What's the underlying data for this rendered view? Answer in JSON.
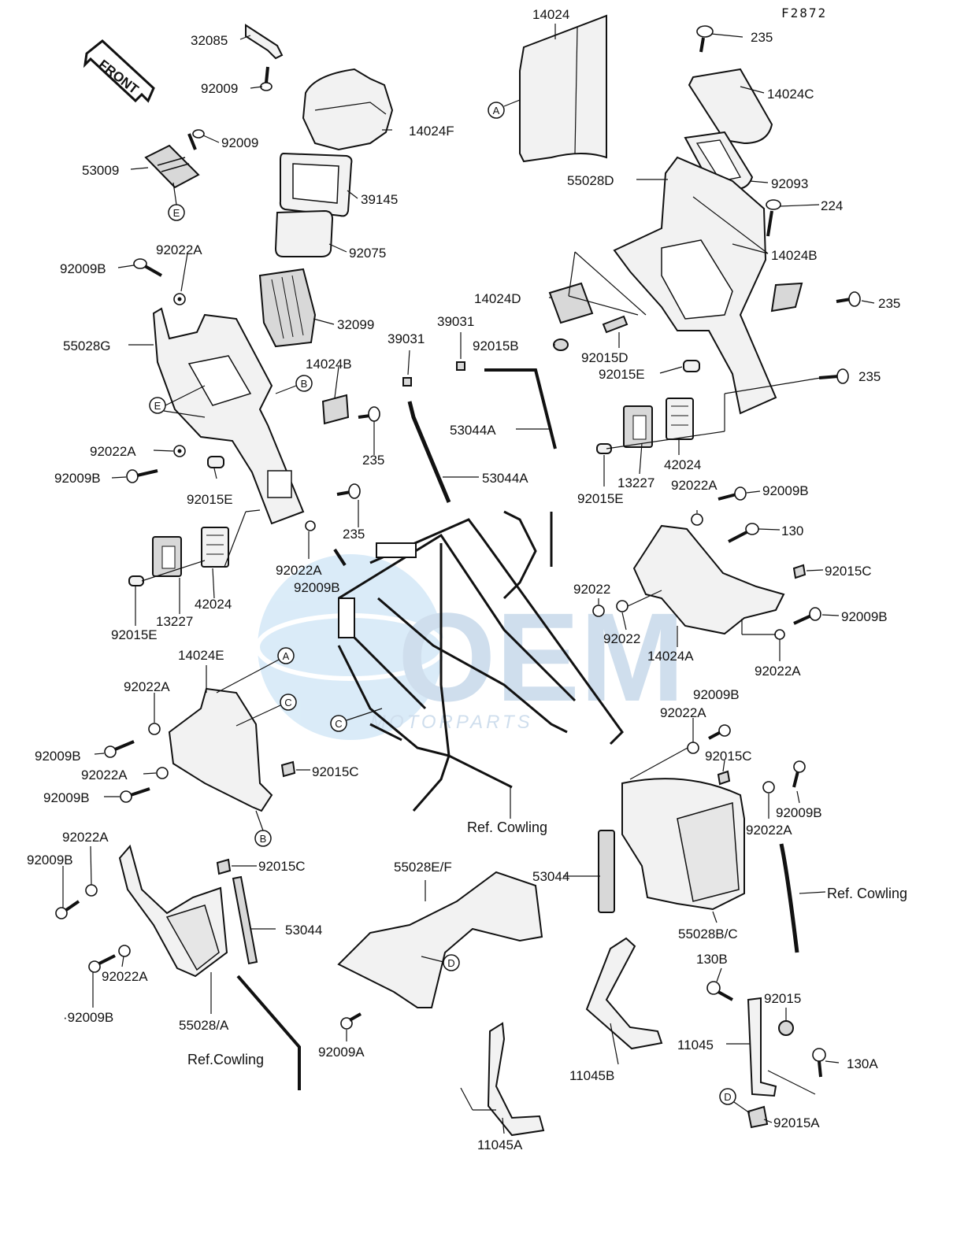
{
  "figure_code": "F2872",
  "front_label": "FRONT",
  "watermark": {
    "brand": "OEM",
    "sub": "MOTORPARTS"
  },
  "callout_markers": [
    "A",
    "B",
    "C",
    "D",
    "E"
  ],
  "labels": {
    "p32085": "32085",
    "p92009_a": "92009",
    "p14024F": "14024F",
    "p92009_b": "92009",
    "p53009": "53009",
    "p39145": "39145",
    "p92075": "92075",
    "p32099": "32099",
    "p14024": "14024",
    "p235_a": "235",
    "p14024C": "14024C",
    "p55028D": "55028D",
    "p92093": "92093",
    "p224": "224",
    "p14024B_a": "14024B",
    "p235_b": "235",
    "p92009B_a": "92009B",
    "p92022A_a": "92022A",
    "p55028G": "55028G",
    "p14024B_b": "14024B",
    "p92022A_b": "92022A",
    "p92009B_b": "92009B",
    "p235_c": "235",
    "p92015E_a": "92015E",
    "p235_d": "235",
    "p13227_a": "13227",
    "p42024_a": "42024",
    "p92015E_b": "92015E",
    "p92022A_c": "92022A",
    "p92009B_c": "92009B",
    "p39031_a": "39031",
    "p39031_b": "39031",
    "p14024D": "14024D",
    "p92015B": "92015B",
    "p92015D": "92015D",
    "p92015E_c": "92015E",
    "p235_e": "235",
    "p53044A_a": "53044A",
    "p53044A_b": "53044A",
    "p42024_b": "42024",
    "p13227_b": "13227",
    "p92015E_d": "92015E",
    "p92022A_d": "92022A",
    "p92009B_d": "92009B",
    "p130": "130",
    "p92015C_a": "92015C",
    "p92022_a": "92022",
    "p92022_b": "92022",
    "p92009B_e": "92009B",
    "p14024A": "14024A",
    "p92022A_e": "92022A",
    "p14024E": "14024E",
    "p92022A_f": "92022A",
    "p92009B_f": "92009B",
    "p92022A_g": "92022A",
    "p92009B_g": "92009B",
    "p92015C_b": "92015C",
    "p92009B_h": "92009B",
    "p92022A_h": "92022A",
    "p92015C_c": "92015C",
    "p92009B_i": "92009B",
    "p92022A_i": "92022A",
    "ref_cowling_a": "Ref. Cowling",
    "p92022A_j": "92022A",
    "p92009B_j": "92009B",
    "p92015C_d": "92015C",
    "p53044_a": "53044",
    "p92022A_k": "92022A",
    "p92009B_k": "·92009B",
    "p55028A": "55028/A",
    "ref_cowling_b": "Ref.Cowling",
    "p55028EF": "55028E/F",
    "p53044_b": "53044",
    "p55028BC": "55028B/C",
    "ref_cowling_c": "Ref. Cowling",
    "p92009A": "92009A",
    "p130B": "130B",
    "p92015": "92015",
    "p11045": "11045",
    "p130A": "130A",
    "p11045B": "11045B",
    "p11045A": "11045A",
    "p92015A": "92015A"
  }
}
